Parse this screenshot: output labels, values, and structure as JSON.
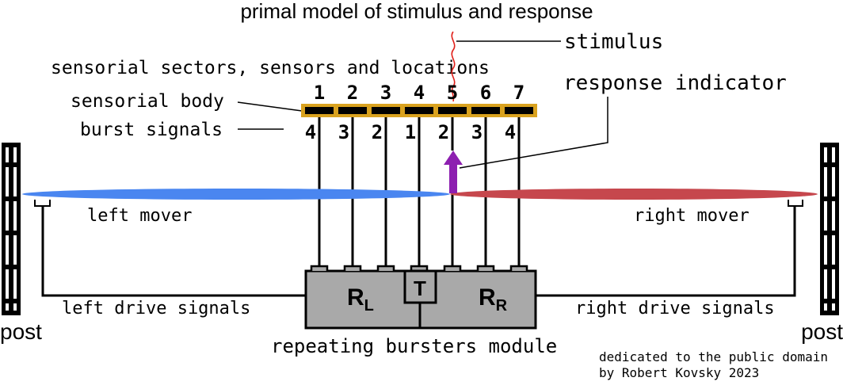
{
  "title": "primal model of stimulus and response",
  "labels": {
    "sectors": "sensorial sectors, sensors and locations",
    "body": "sensorial body",
    "bursts": "burst signals",
    "stimulus": "stimulus",
    "response": "response indicator",
    "left_mover": "left mover",
    "right_mover": "right mover",
    "left_drive": "left drive signals",
    "right_drive": "right drive signals",
    "module": "repeating bursters module",
    "post_left": "post",
    "post_right": "post"
  },
  "locations": [
    "1",
    "2",
    "3",
    "4",
    "5",
    "6",
    "7"
  ],
  "bursts": [
    "4",
    "3",
    "2",
    "1",
    "2",
    "3",
    "4"
  ],
  "module_parts": {
    "left": "R",
    "left_sub": "L",
    "center": "T",
    "right": "R",
    "right_sub": "R"
  },
  "credit": {
    "line1": "dedicated to the public domain",
    "line2": "by Robert Kovsky 2023"
  },
  "colors": {
    "left_mover": "#4a86f0",
    "right_mover": "#c6474d",
    "sensorial_body": "#d9a21f",
    "response_arrow": "#8d1fb0",
    "stimulus": "#e0201a",
    "module_fill": "#a9a9a9"
  }
}
